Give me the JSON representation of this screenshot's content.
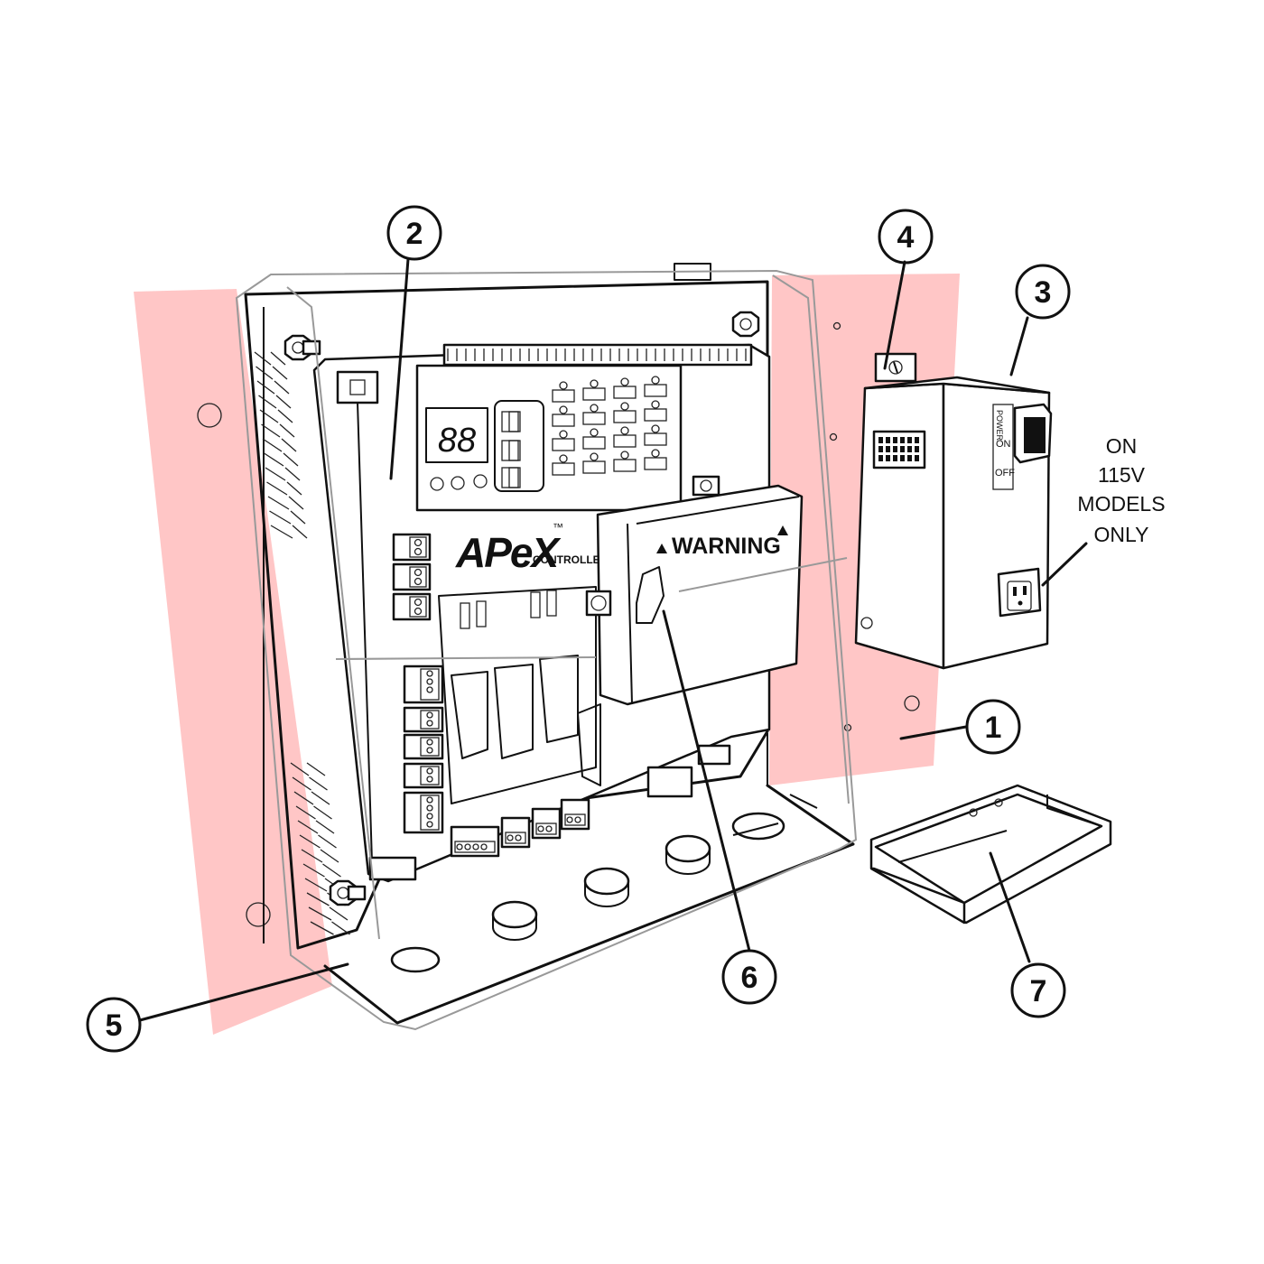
{
  "colors": {
    "mounting_panel": "#ffc6c6",
    "line": "#111111",
    "background": "#ffffff"
  },
  "board": {
    "brand": "APeX",
    "trademark": "™",
    "sub": "CONTROLLER",
    "digits": "88"
  },
  "warning_cover": {
    "label": "WARNING"
  },
  "power_box": {
    "switch_title": "POWER",
    "switch_on": "ON",
    "switch_off": "OFF"
  },
  "note": {
    "lines": [
      "ON",
      "115V",
      "MODELS",
      "ONLY"
    ]
  },
  "callouts": [
    {
      "number": "1",
      "part": "mounting-panel"
    },
    {
      "number": "2",
      "part": "controller-board"
    },
    {
      "number": "3",
      "part": "power-switch-box"
    },
    {
      "number": "4",
      "part": "mounting-screw"
    },
    {
      "number": "5",
      "part": "enclosure-cover"
    },
    {
      "number": "6",
      "part": "warning-cover"
    },
    {
      "number": "7",
      "part": "bottom-tray"
    }
  ],
  "icons": [
    "warning-triangle-icon",
    "outlet-icon",
    "rocker-switch-icon",
    "screw-icon"
  ]
}
